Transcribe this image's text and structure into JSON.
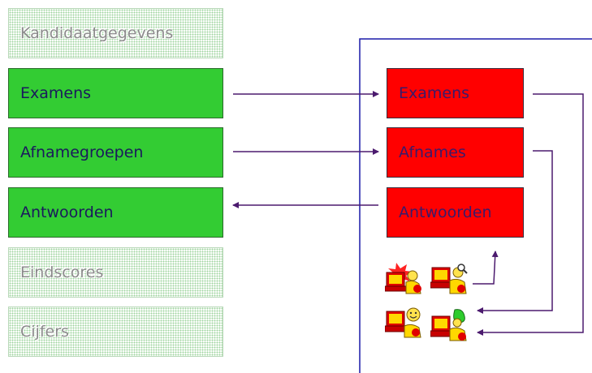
{
  "left_column": [
    {
      "label": "Kandidaatgegevens",
      "state": "inactive"
    },
    {
      "label": "Examens",
      "state": "active"
    },
    {
      "label": "Afnamegroepen",
      "state": "active"
    },
    {
      "label": "Antwoorden",
      "state": "active"
    },
    {
      "label": "Eindscores",
      "state": "inactive"
    },
    {
      "label": "Cijfers",
      "state": "inactive"
    }
  ],
  "right_column": [
    {
      "label": "Examens"
    },
    {
      "label": "Afnames"
    },
    {
      "label": "Antwoorden"
    }
  ],
  "icons": [
    "computer-user-alert-icon",
    "computer-user-magnifier-icon",
    "computer-user-smiley-icon",
    "computer-user-tree-icon"
  ],
  "colors": {
    "active_fill": "#33cc33",
    "right_fill": "#ff0000",
    "arrow": "#4b1a6e",
    "panel_border": "#1a1aa8",
    "inactive_text": "#8a8a8a"
  }
}
